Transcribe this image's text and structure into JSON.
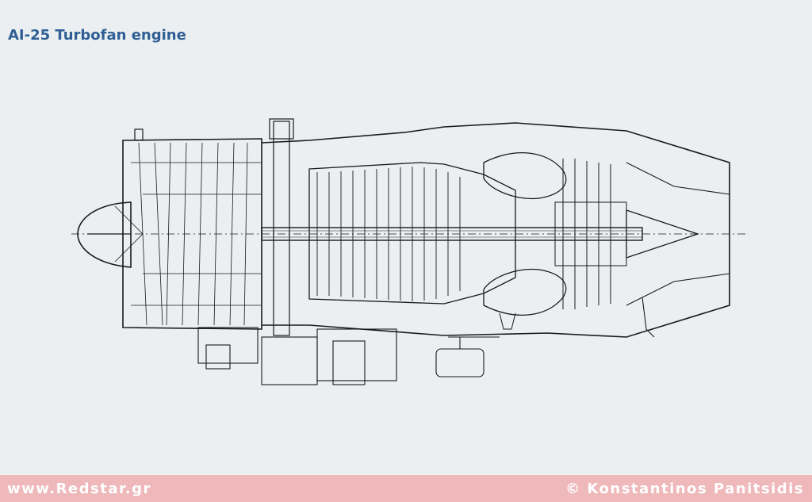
{
  "page": {
    "title": "AI-25 Turbofan engine"
  },
  "footer": {
    "website": "www.Redstar.gr",
    "copyright": "© Konstantinos Panitsidis"
  },
  "colors": {
    "background": "#ebeff1",
    "title": "#2f5f94",
    "footer_band": "#efb8ba",
    "footer_text": "#ffffff",
    "line_art": "#1a1a1a"
  }
}
